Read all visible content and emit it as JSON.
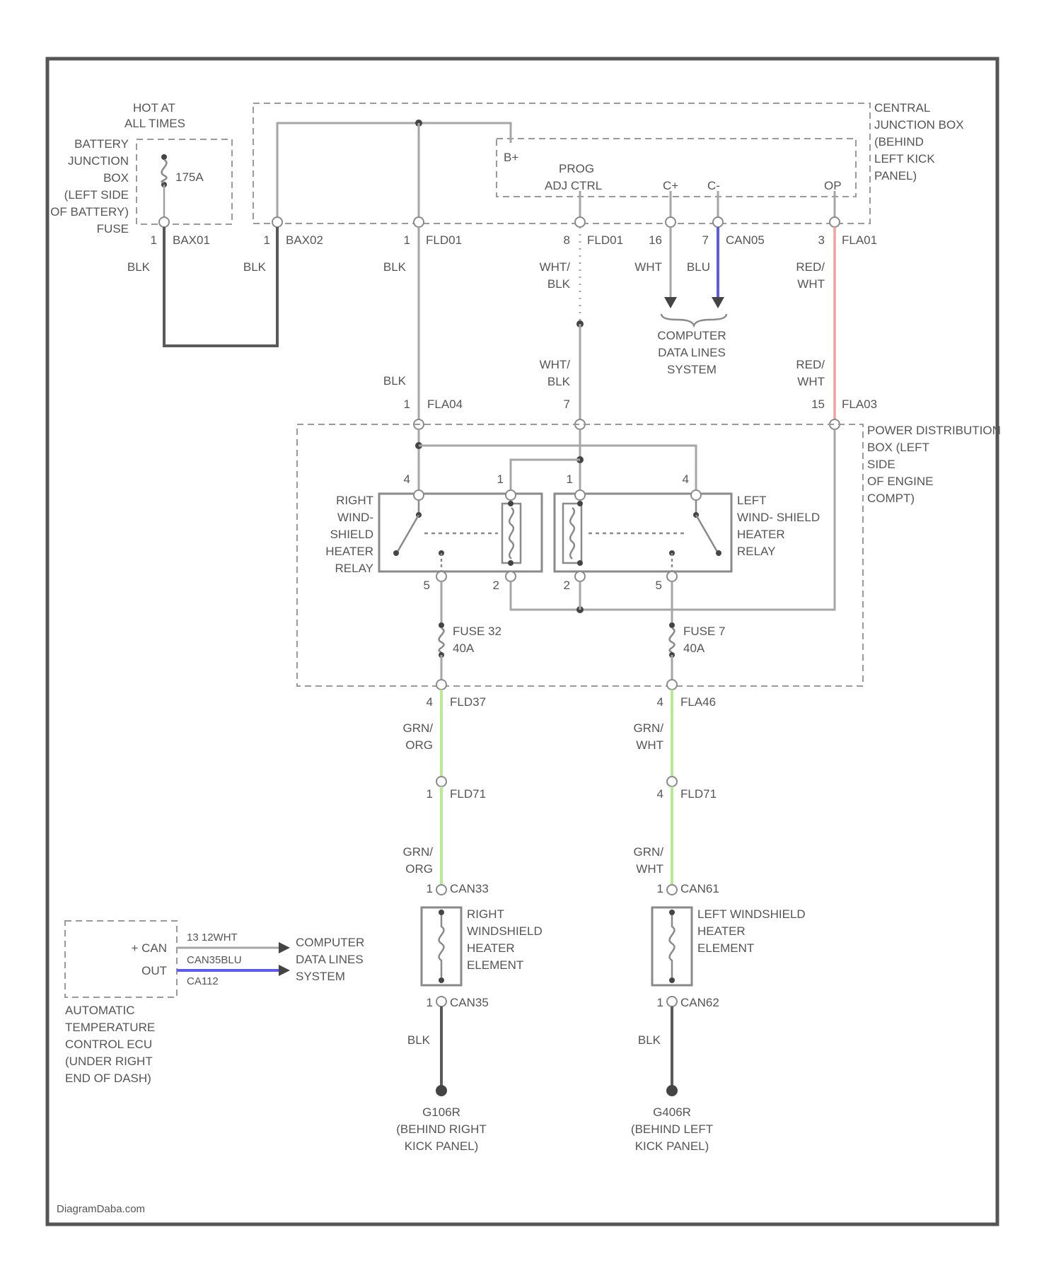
{
  "colors": {
    "frame": "#555555",
    "wire_gray": "#a6a6a6",
    "wire_dark": "#5a5a5a",
    "wire_blue": "#5b5bf0",
    "wire_red": "#f2a0a0",
    "wire_green": "#b8ea96",
    "text": "#555555"
  },
  "source": {
    "hot_label": [
      "HOT AT",
      "ALL TIMES"
    ],
    "box_label": [
      "BATTERY",
      "JUNCTION",
      "BOX",
      "(LEFT SIDE",
      "OF BATTERY)"
    ],
    "fuse_word": "FUSE",
    "fuse_rating": "175A"
  },
  "cjb": {
    "label": [
      "CENTRAL",
      "JUNCTION BOX",
      "(BEHIND",
      "LEFT KICK",
      "PANEL)"
    ],
    "bplus": "B+",
    "module_label": [
      "PROG",
      "ADJ CTRL"
    ],
    "can_h": "C+",
    "can_l": "C-",
    "op": "OP"
  },
  "top_connectors": [
    {
      "pin": "1",
      "id": "BAX01",
      "color": "BLK"
    },
    {
      "pin": "1",
      "id": "BAX02",
      "color": "BLK"
    },
    {
      "pin": "1",
      "id": "FLD01",
      "color": "BLK"
    },
    {
      "pin": "8",
      "id": "FLD01",
      "color": [
        "WHT/",
        "BLK"
      ]
    },
    {
      "pin": "16",
      "id": "",
      "color": "WHT"
    },
    {
      "pin": "7",
      "id": "CAN05",
      "color": "BLU"
    },
    {
      "pin": "3",
      "id": "FLA01",
      "color": [
        "RED/",
        "WHT"
      ]
    }
  ],
  "data_link_mid": [
    "COMPUTER",
    "DATA LINES",
    "SYSTEM"
  ],
  "pdb_connectors": [
    {
      "pin": "1",
      "id": "FLA04",
      "color": "BLK"
    },
    {
      "pin": "7",
      "id": "",
      "color": [
        "WHT/",
        "BLK"
      ]
    },
    {
      "pin": "15",
      "id": "FLA03",
      "color": [
        "RED/",
        "WHT"
      ]
    }
  ],
  "pdb": {
    "label": [
      "POWER DISTRIBUTION",
      "BOX (LEFT",
      "SIDE",
      "OF ENGINE",
      "COMPT)"
    ],
    "right_relay": [
      "RIGHT",
      "WIND-",
      "SHIELD",
      "HEATER",
      "RELAY"
    ],
    "left_relay": [
      "LEFT",
      "WIND- SHIELD",
      "HEATER",
      "RELAY"
    ],
    "relay_pins": [
      "4",
      "1",
      "1",
      "4",
      "5",
      "2",
      "2",
      "5"
    ],
    "fuse_right": [
      "FUSE 32",
      "40A"
    ],
    "fuse_left": [
      "FUSE 7",
      "40A"
    ]
  },
  "right_branch": {
    "conn1": {
      "pin": "4",
      "id": "FLD37"
    },
    "color1": [
      "GRN/",
      "ORG"
    ],
    "conn2": {
      "pin": "1",
      "id": "FLD71"
    },
    "color2": [
      "GRN/",
      "ORG"
    ],
    "conn3": {
      "pin": "1",
      "id": "CAN33"
    },
    "element": [
      "RIGHT",
      "WINDSHIELD",
      "HEATER",
      "ELEMENT"
    ],
    "conn4": {
      "pin": "1",
      "id": "CAN35"
    },
    "ground_color": "BLK",
    "ground": [
      "G106R",
      "(BEHIND RIGHT",
      "KICK PANEL)"
    ]
  },
  "left_branch": {
    "conn1": {
      "pin": "4",
      "id": "FLA46"
    },
    "color1": [
      "GRN/",
      "WHT"
    ],
    "conn2": {
      "pin": "4",
      "id": "FLD71"
    },
    "color2": [
      "GRN/",
      "WHT"
    ],
    "conn3": {
      "pin": "1",
      "id": "CAN61"
    },
    "element": [
      "LEFT WINDSHIELD",
      "HEATER",
      "ELEMENT"
    ],
    "conn4": {
      "pin": "1",
      "id": "CAN62"
    },
    "ground_color": "BLK",
    "ground": [
      "G406R",
      "(BEHIND LEFT",
      "KICK PANEL)"
    ]
  },
  "atc": {
    "can_h": "+ CAN",
    "out": "OUT",
    "wire1": "13 12WHT",
    "wire2": "CAN35BLU",
    "wire3": "CA112",
    "data_link": [
      "COMPUTER",
      "DATA LINES",
      "SYSTEM"
    ],
    "label": [
      "AUTOMATIC",
      "TEMPERATURE",
      "CONTROL ECU",
      "(UNDER RIGHT",
      "END OF DASH)"
    ]
  },
  "watermark": "DiagramDaba.com"
}
